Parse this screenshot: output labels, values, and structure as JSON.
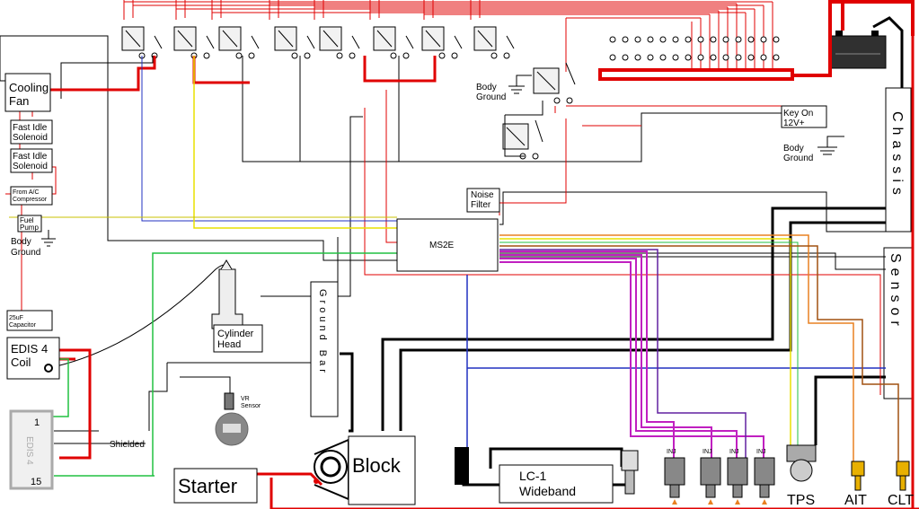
{
  "labels": {
    "cooling_fan": [
      "Cooling",
      "Fan"
    ],
    "fast_idle_1": [
      "Fast Idle",
      "Solenoid"
    ],
    "fast_idle_2": [
      "Fast Idle",
      "Solenoid"
    ],
    "from_ac": [
      "From A/C",
      "Compressor"
    ],
    "fuel_pump": [
      "Fuel",
      "Pump"
    ],
    "body_ground_left": [
      "Body",
      "Ground"
    ],
    "capacitor": [
      "25uF",
      "Capacitor"
    ],
    "edis4_coil": [
      "EDIS 4",
      "Coil"
    ],
    "edis4_module": "EDIS 4",
    "edis_pin1": "1",
    "edis_pin15": "15",
    "shielded": "Shielded",
    "starter": "Starter",
    "block": "Block",
    "cylinder_head": [
      "Cylinder",
      "Head"
    ],
    "ground_bar": "Ground Bar",
    "vr_sensor": [
      "VR",
      "Sensor"
    ],
    "ms2e": "MS2E",
    "noise_filter": [
      "Noise",
      "Filter"
    ],
    "body_ground_mid": [
      "Body",
      "Ground"
    ],
    "key_on": [
      "Key On",
      "12V+"
    ],
    "body_ground_right": [
      "Body",
      "Ground"
    ],
    "chassis": "Chassis",
    "sensor": "Sensor",
    "lc1": [
      "LC-1",
      "Wideband"
    ],
    "inj": "INJ",
    "tps": "TPS",
    "ait": "AIT",
    "clt": "CLT"
  },
  "colors": {
    "power": "#e00000",
    "ground": "#000000",
    "signal_blue": "#2030c0",
    "signal_yellow": "#e8e000",
    "signal_green": "#20c040",
    "injector": "#c020c0",
    "sensor_orange": "#e88020",
    "sensor_brown": "#a05010"
  }
}
